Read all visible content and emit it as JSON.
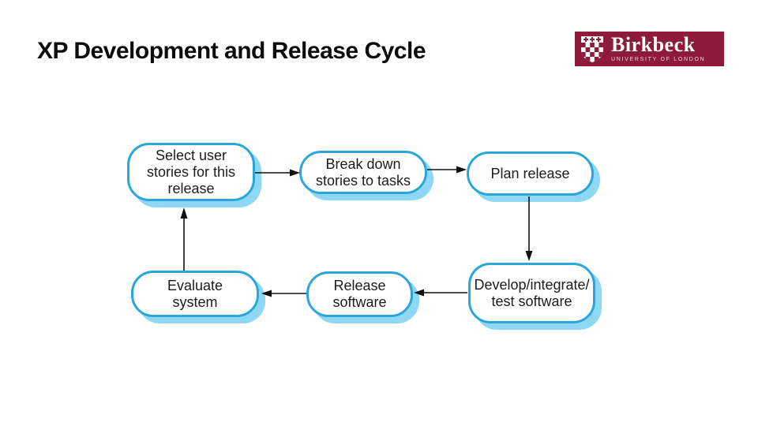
{
  "slide": {
    "title": "XP Development and Release Cycle",
    "background_color": "#ffffff"
  },
  "logo": {
    "name": "Birkbeck",
    "subtitle": "UNIVERSITY OF LONDON",
    "background_color": "#8e1b3b",
    "text_color": "#ffffff",
    "crest_icon": "birkbeck-shield"
  },
  "diagram": {
    "border_color": "#2aa6da",
    "shadow_color": "#8ed8f4",
    "arrow_color": "#111111",
    "nodes": [
      {
        "id": "select-user-stories",
        "label": "Select user\nstories for this\nrelease"
      },
      {
        "id": "break-down-stories",
        "label": "Break down\nstories to tasks"
      },
      {
        "id": "plan-release",
        "label": "Plan release"
      },
      {
        "id": "develop-integrate-test",
        "label": "Develop/integrate/\ntest software"
      },
      {
        "id": "release-software",
        "label": "Release\nsoftware"
      },
      {
        "id": "evaluate-system",
        "label": "Evaluate\nsystem"
      }
    ],
    "edges": [
      {
        "from": "select-user-stories",
        "to": "break-down-stories"
      },
      {
        "from": "break-down-stories",
        "to": "plan-release"
      },
      {
        "from": "plan-release",
        "to": "develop-integrate-test"
      },
      {
        "from": "develop-integrate-test",
        "to": "release-software"
      },
      {
        "from": "release-software",
        "to": "evaluate-system"
      },
      {
        "from": "evaluate-system",
        "to": "select-user-stories"
      }
    ]
  }
}
